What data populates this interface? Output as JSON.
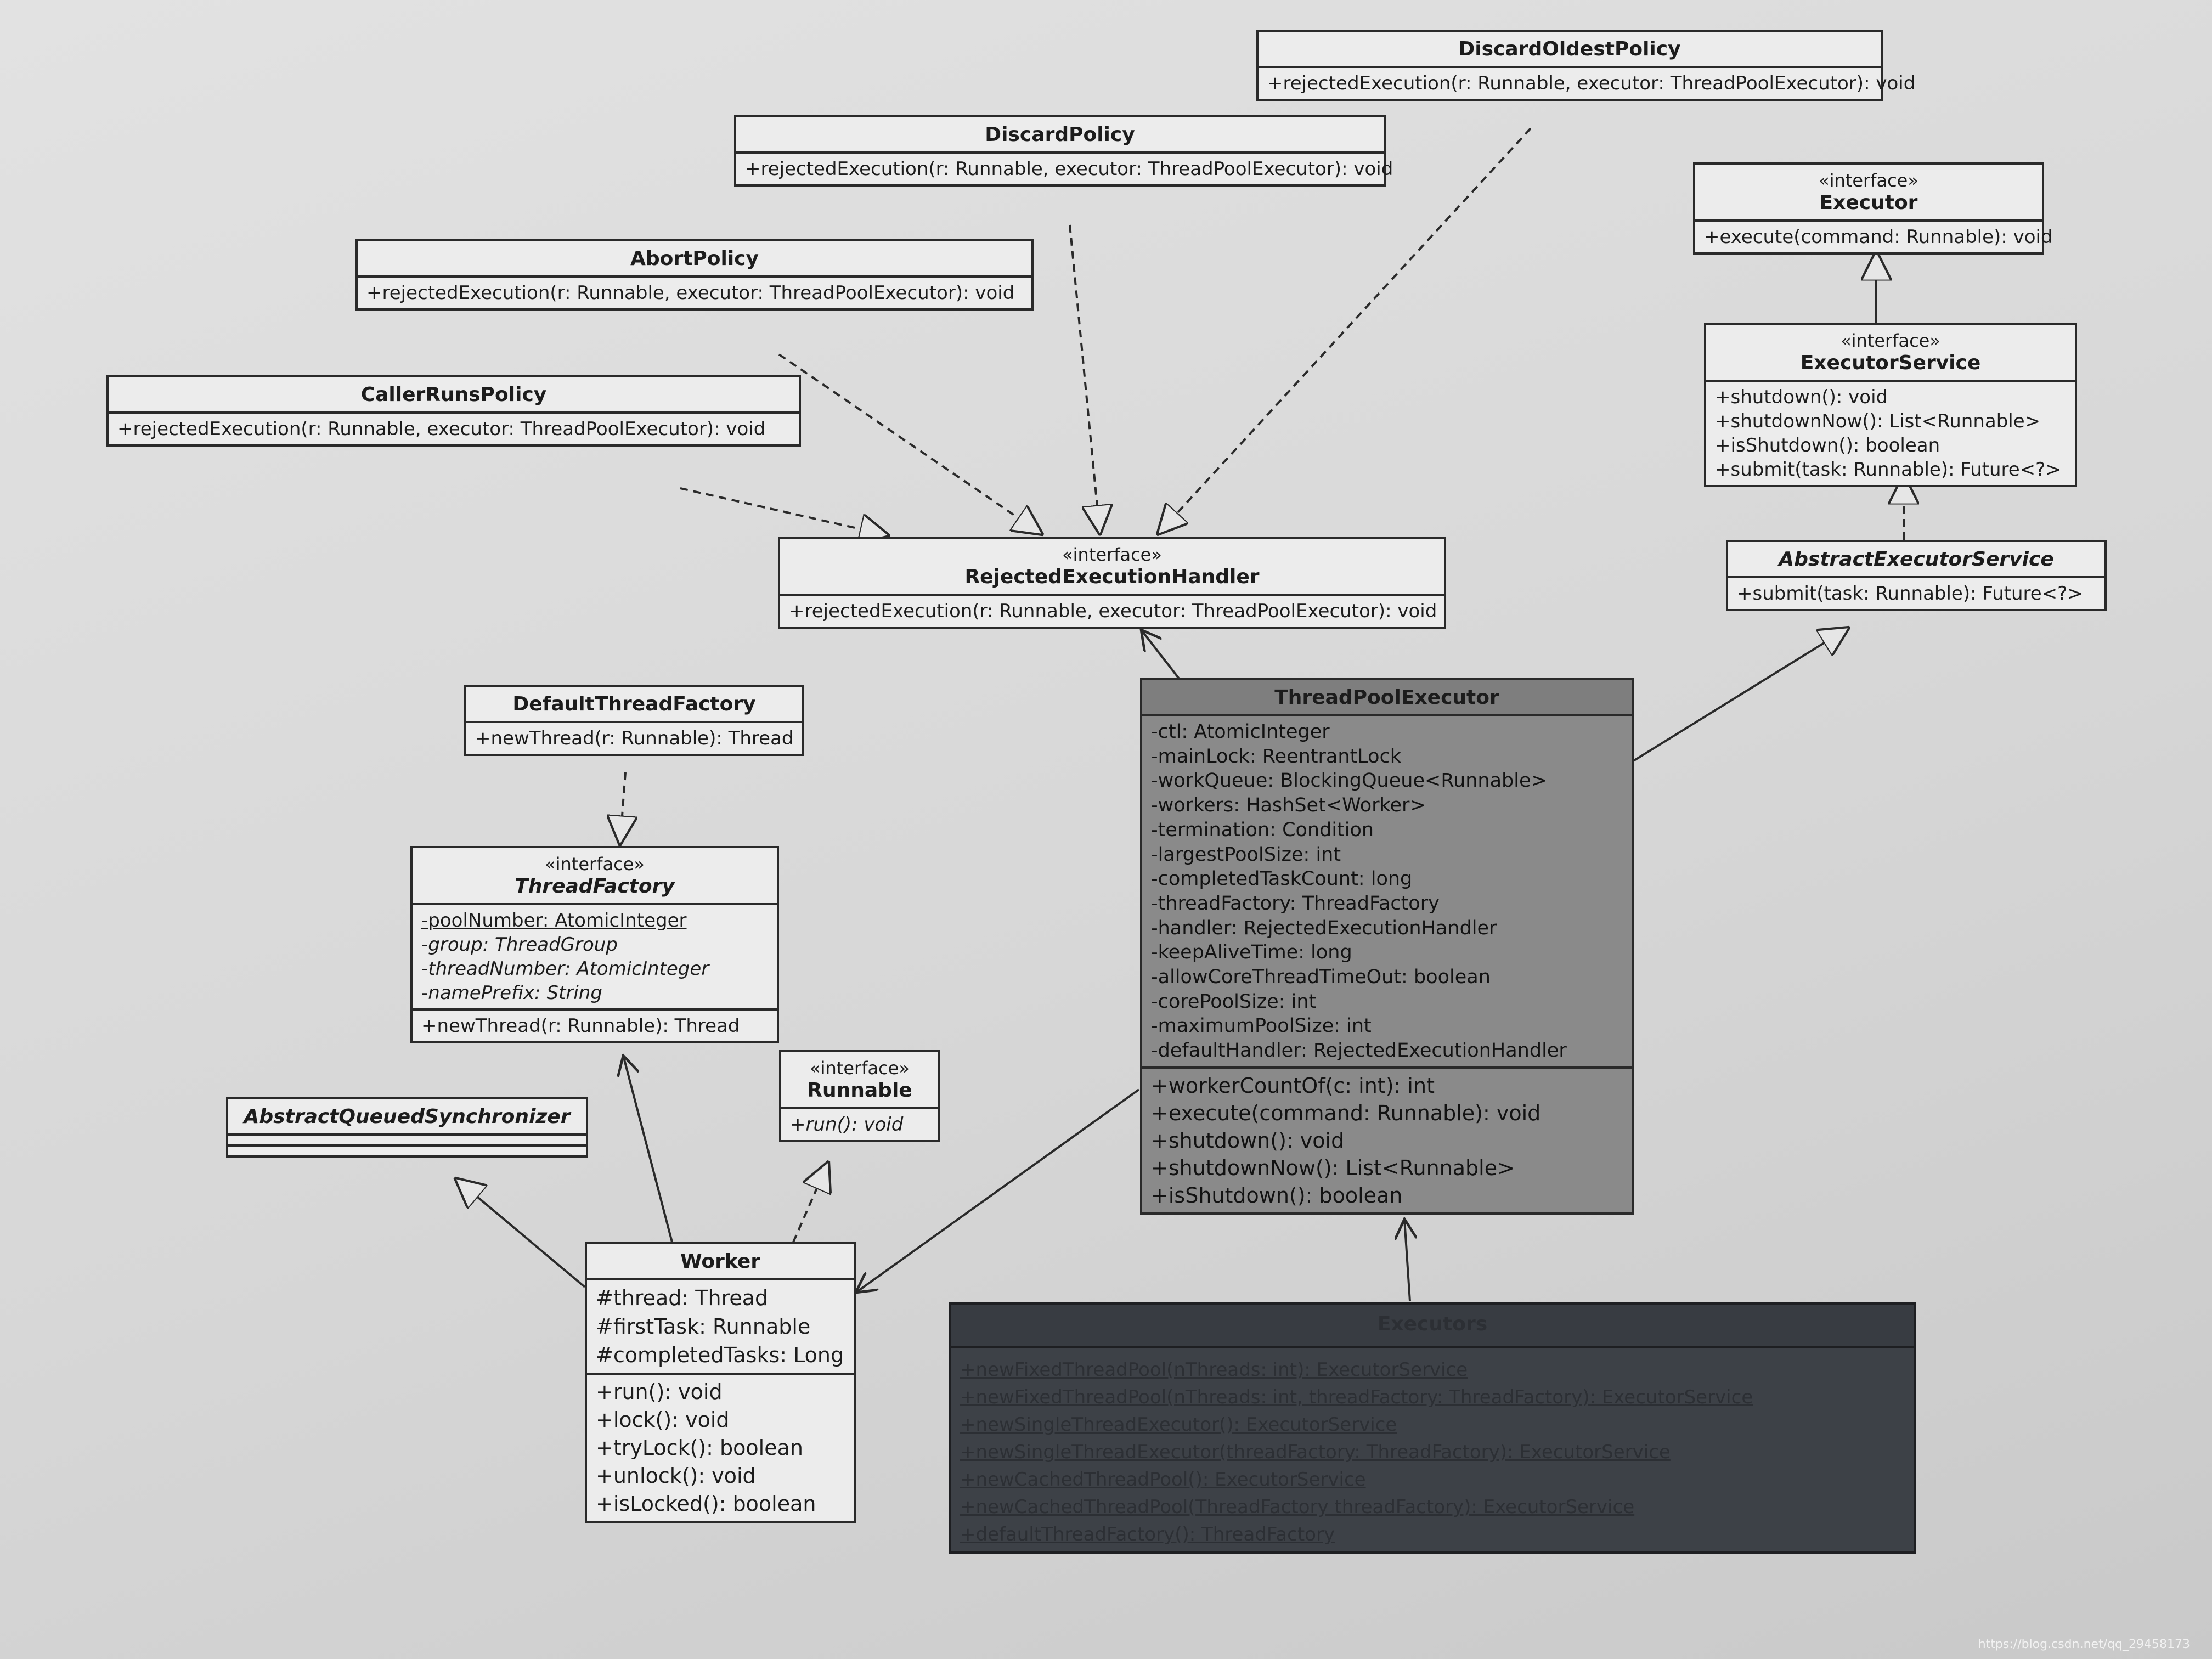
{
  "classes": {
    "discard_oldest_policy": {
      "name": "DiscardOldestPolicy",
      "methods": [
        "+rejectedExecution(r: Runnable, executor: ThreadPoolExecutor): void"
      ]
    },
    "discard_policy": {
      "name": "DiscardPolicy",
      "methods": [
        "+rejectedExecution(r: Runnable, executor: ThreadPoolExecutor): void"
      ]
    },
    "abort_policy": {
      "name": "AbortPolicy",
      "methods": [
        "+rejectedExecution(r: Runnable, executor: ThreadPoolExecutor): void"
      ]
    },
    "caller_runs_policy": {
      "name": "CallerRunsPolicy",
      "methods": [
        "+rejectedExecution(r: Runnable, executor: ThreadPoolExecutor): void"
      ]
    },
    "rejected_execution_handler": {
      "stereotype": "«interface»",
      "name": "RejectedExecutionHandler",
      "methods": [
        "+rejectedExecution(r: Runnable, executor: ThreadPoolExecutor): void"
      ]
    },
    "executor": {
      "stereotype": "«interface»",
      "name": "Executor",
      "methods": [
        "+execute(command: Runnable): void"
      ]
    },
    "executor_service": {
      "stereotype": "«interface»",
      "name": "ExecutorService",
      "methods": [
        "+shutdown(): void",
        "+shutdownNow(): List<Runnable>",
        "+isShutdown(): boolean",
        "+submit(task: Runnable): Future<?>"
      ]
    },
    "abstract_executor_service": {
      "name": "AbstractExecutorService",
      "methods": [
        "+submit(task: Runnable): Future<?>"
      ]
    },
    "default_thread_factory": {
      "name": "DefaultThreadFactory",
      "methods": [
        "+newThread(r: Runnable): Thread"
      ]
    },
    "thread_factory": {
      "stereotype": "«interface»",
      "name": "ThreadFactory",
      "attributes": [
        "-poolNumber: AtomicInteger",
        "-group: ThreadGroup",
        "-threadNumber: AtomicInteger",
        "-namePrefix: String"
      ],
      "methods": [
        "+newThread(r: Runnable): Thread"
      ]
    },
    "thread_pool_executor": {
      "name": "ThreadPoolExecutor",
      "attributes": [
        "-ctl: AtomicInteger",
        "-mainLock: ReentrantLock",
        "-workQueue: BlockingQueue<Runnable>",
        "-workers: HashSet<Worker>",
        "-termination: Condition",
        "-largestPoolSize: int",
        "-completedTaskCount: long",
        "-threadFactory: ThreadFactory",
        "-handler: RejectedExecutionHandler",
        "-keepAliveTime: long",
        "-allowCoreThreadTimeOut: boolean",
        "-corePoolSize: int",
        "-maximumPoolSize: int",
        "-defaultHandler: RejectedExecutionHandler"
      ],
      "methods": [
        "+workerCountOf(c: int): int",
        "+execute(command: Runnable): void",
        "+shutdown(): void",
        "+shutdownNow(): List<Runnable>",
        "+isShutdown(): boolean"
      ]
    },
    "abstract_queued_synchronizer": {
      "name": "AbstractQueuedSynchronizer"
    },
    "runnable": {
      "stereotype": "«interface»",
      "name": "Runnable",
      "methods": [
        "+run(): void"
      ]
    },
    "worker": {
      "name": "Worker",
      "attributes": [
        "#thread: Thread",
        "#firstTask: Runnable",
        "#completedTasks: Long"
      ],
      "methods": [
        "+run(): void",
        "+lock(): void",
        "+tryLock(): boolean",
        "+unlock(): void",
        "+isLocked(): boolean"
      ]
    },
    "executors": {
      "name": "Executors",
      "methods": [
        "+newFixedThreadPool(nThreads: int): ExecutorService",
        "+newFixedThreadPool(nThreads: int, threadFactory: ThreadFactory): ExecutorService",
        "+newSingleThreadExecutor(): ExecutorService",
        "+newSingleThreadExecutor(threadFactory: ThreadFactory): ExecutorService",
        "+newCachedThreadPool(): ExecutorService",
        "+newCachedThreadPool(ThreadFactory threadFactory): ExecutorService",
        "+defaultThreadFactory(): ThreadFactory"
      ]
    }
  },
  "relations": [
    {
      "from": "caller_runs_policy",
      "to": "rejected_execution_handler",
      "type": "realization"
    },
    {
      "from": "abort_policy",
      "to": "rejected_execution_handler",
      "type": "realization"
    },
    {
      "from": "discard_policy",
      "to": "rejected_execution_handler",
      "type": "realization"
    },
    {
      "from": "discard_oldest_policy",
      "to": "rejected_execution_handler",
      "type": "realization"
    },
    {
      "from": "executor_service",
      "to": "executor",
      "type": "generalization"
    },
    {
      "from": "abstract_executor_service",
      "to": "executor_service",
      "type": "realization"
    },
    {
      "from": "thread_pool_executor",
      "to": "abstract_executor_service",
      "type": "generalization"
    },
    {
      "from": "thread_pool_executor",
      "to": "rejected_execution_handler",
      "type": "association"
    },
    {
      "from": "default_thread_factory",
      "to": "thread_factory",
      "type": "realization"
    },
    {
      "from": "worker",
      "to": "thread_factory",
      "type": "association"
    },
    {
      "from": "worker",
      "to": "abstract_queued_synchronizer",
      "type": "generalization"
    },
    {
      "from": "worker",
      "to": "runnable",
      "type": "realization"
    },
    {
      "from": "thread_pool_executor",
      "to": "worker",
      "type": "association"
    },
    {
      "from": "executors",
      "to": "thread_pool_executor",
      "type": "association"
    }
  ],
  "watermark": "https://blog.csdn.net/qq_29458173"
}
